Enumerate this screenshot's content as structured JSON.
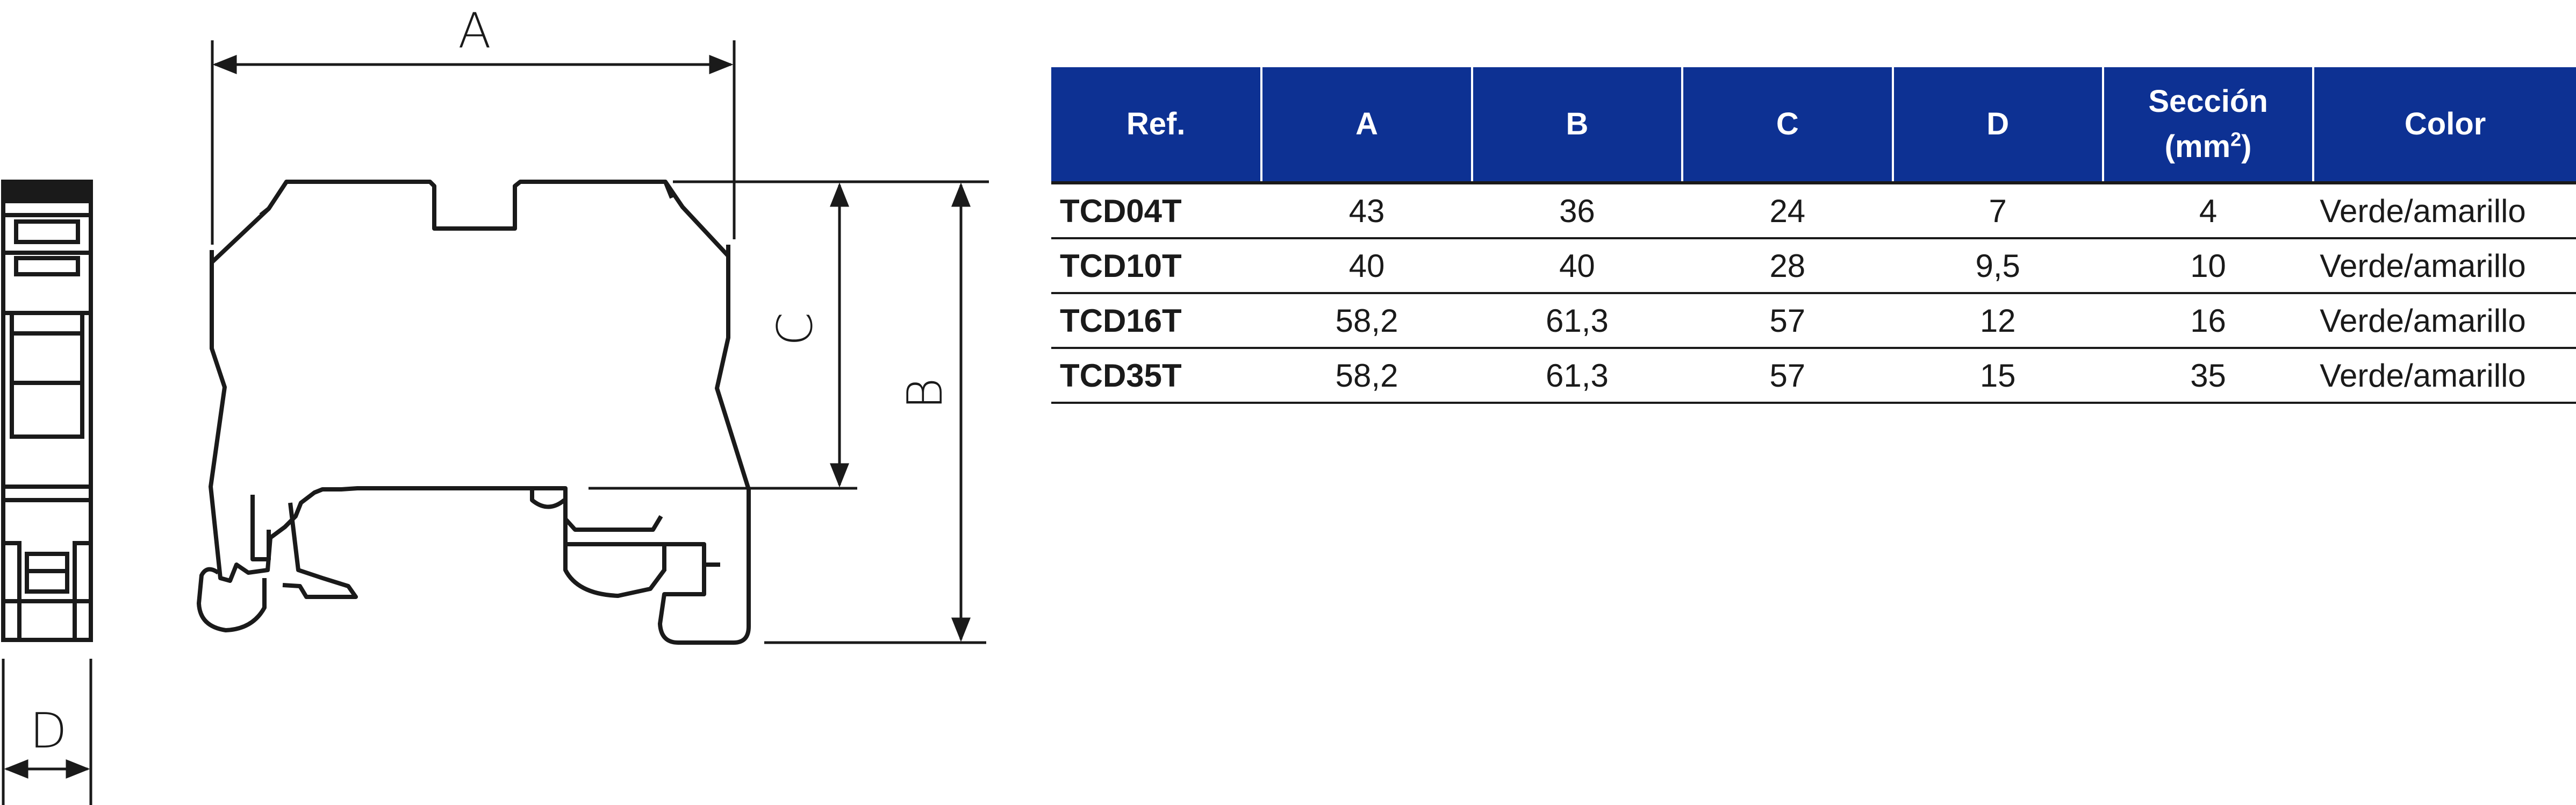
{
  "drawing": {
    "labels": {
      "a": "A",
      "b": "B",
      "c": "C",
      "d": "D"
    },
    "line_color": "#1a1a1a"
  },
  "table": {
    "header_color": "#0d3193",
    "headers": {
      "ref": "Ref.",
      "a": "A",
      "b": "B",
      "c": "C",
      "d": "D",
      "seccion_line1": "Sección",
      "seccion_unit_open": "(mm",
      "seccion_sup": "2",
      "seccion_unit_close": ")",
      "color": "Color"
    },
    "rows": [
      {
        "ref": "TCD04T",
        "a": "43",
        "b": "36",
        "c": "24",
        "d": "7",
        "seccion": "4",
        "color": "Verde/amarillo"
      },
      {
        "ref": "TCD10T",
        "a": "40",
        "b": "40",
        "c": "28",
        "d": "9,5",
        "seccion": "10",
        "color": "Verde/amarillo"
      },
      {
        "ref": "TCD16T",
        "a": "58,2",
        "b": "61,3",
        "c": "57",
        "d": "12",
        "seccion": "16",
        "color": "Verde/amarillo"
      },
      {
        "ref": "TCD35T",
        "a": "58,2",
        "b": "61,3",
        "c": "57",
        "d": "15",
        "seccion": "35",
        "color": "Verde/amarillo"
      }
    ]
  }
}
